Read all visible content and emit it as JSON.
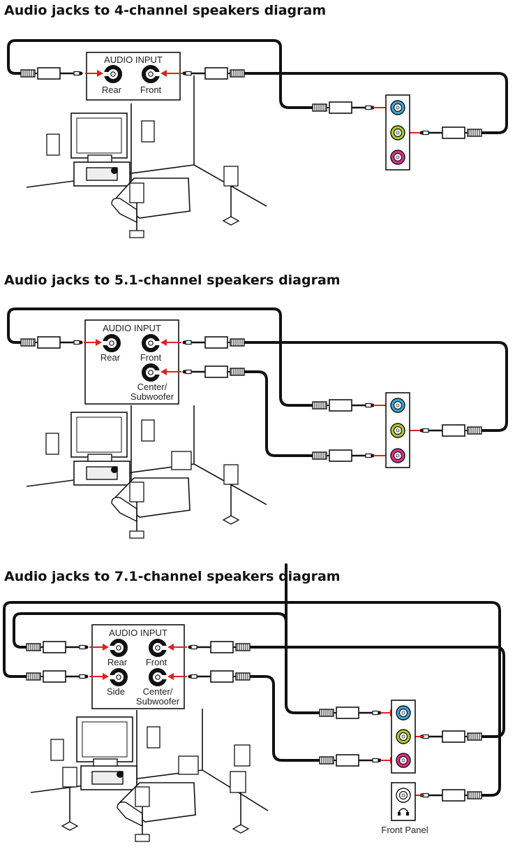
{
  "diagrams": [
    {
      "title": "Audio jacks to 4-channel speakers diagram",
      "audio_input": {
        "heading": "AUDIO INPUT",
        "jacks": [
          {
            "label": "Rear"
          },
          {
            "label": "Front"
          }
        ]
      }
    },
    {
      "title": "Audio jacks to 5.1-channel speakers diagram",
      "audio_input": {
        "heading": "AUDIO INPUT",
        "jacks": [
          {
            "label": "Rear"
          },
          {
            "label": "Front"
          },
          {
            "label_line1": "Center/",
            "label_line2": "Subwoofer"
          }
        ]
      }
    },
    {
      "title": "Audio jacks to 7.1-channel speakers diagram",
      "audio_input": {
        "heading": "AUDIO INPUT",
        "jacks": [
          {
            "label": "Rear"
          },
          {
            "label": "Front"
          },
          {
            "label": "Side"
          },
          {
            "label_line1": "Center/",
            "label_line2": "Subwoofer"
          }
        ]
      },
      "front_panel_label": "Front Panel"
    }
  ],
  "colors": {
    "jack_blue": "#3aa6d8",
    "jack_green": "#a8cc2c",
    "jack_pink": "#e0308a",
    "arrow_red": "#e02020",
    "cable": "#111111"
  }
}
